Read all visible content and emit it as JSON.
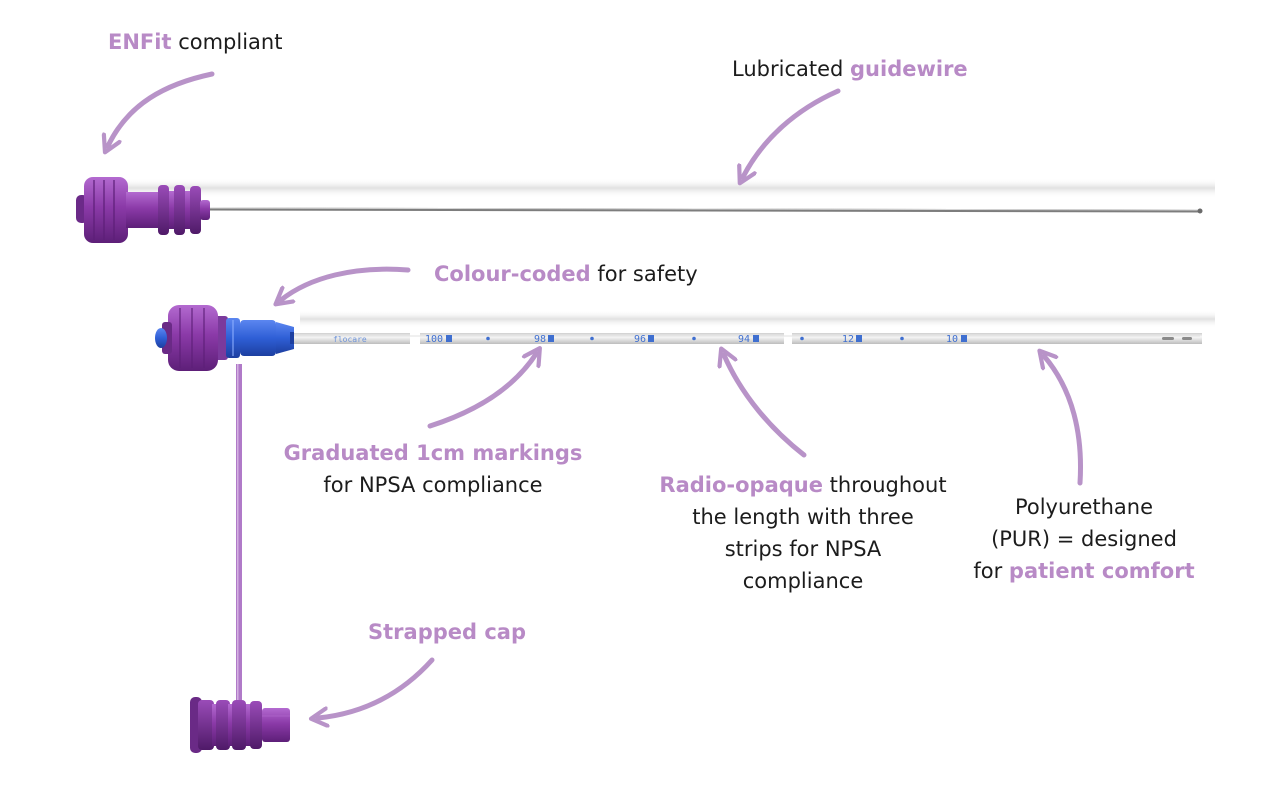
{
  "labels": {
    "enfit": {
      "highlight": "ENFit",
      "rest": " compliant"
    },
    "guidewire": {
      "prefix": "Lubricated ",
      "highlight": "guidewire"
    },
    "colour": {
      "highlight": "Colour-coded",
      "rest": " for safety"
    },
    "graduated": {
      "highlight": "Graduated 1cm markings",
      "line2": "for NPSA compliance"
    },
    "radio": {
      "highlight": "Radio-opaque",
      "rest": " throughout",
      "line2": "the length with three",
      "line3": "strips for NPSA",
      "line4": "compliance"
    },
    "pur": {
      "line1": "Polyurethane",
      "line2": "(PUR) = designed",
      "prefix": "for ",
      "highlight": "patient comfort"
    },
    "strap": {
      "highlight": "Strapped cap"
    }
  },
  "tube": {
    "brand": "flocare",
    "markings": [
      "100",
      "98",
      "96",
      "94",
      "12",
      "10"
    ]
  },
  "colors": {
    "highlight": "#b88ac6",
    "connector_purple": "#8a3aa6",
    "hub_blue": "#2f5fd6",
    "scale_blue": "#3f6fd0",
    "arrow": "#b893c8"
  }
}
